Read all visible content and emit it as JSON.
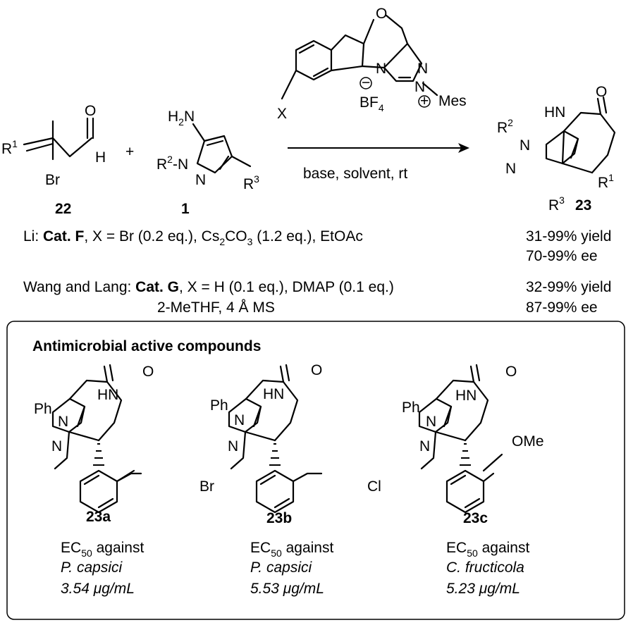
{
  "reaction": {
    "substrate_a": {
      "label": "22",
      "r": "R",
      "r_sup": "1",
      "br": "Br",
      "o": "O",
      "h": "H"
    },
    "plus": "+",
    "substrate_b": {
      "label": "1",
      "nh2": "H",
      "nh2_sub": "2",
      "nh2_n": "N",
      "r2": "R",
      "r2_sup": "2",
      "n1": "N",
      "n2": "N",
      "r3": "R",
      "r3_sup": "3"
    },
    "catalyst": {
      "o": "O",
      "n_ring": "N",
      "n_a": "N",
      "n_b": "N",
      "x": "X",
      "minus": "−",
      "bf": "BF",
      "bf_sub": "4",
      "plus": "+",
      "mes": "Mes"
    },
    "conditions": "base, solvent,  rt",
    "product": {
      "label": "23",
      "hn": "HN",
      "o": "O",
      "r2": "R",
      "r2_sup": "2",
      "n1": "N",
      "n2": "N",
      "r1": "R",
      "r1_sup": "1",
      "r3": "R",
      "r3_sup": "3"
    }
  },
  "conditions_rows": [
    {
      "name": "Li: ",
      "cat": "Cat. F",
      "rest_a": ", X = Br (0.2 eq.), Cs",
      "sub": "2",
      "rest_b": "CO",
      "sub2": "3",
      "rest_c": " (1.2 eq.), EtOAc",
      "yield": "31-99% yield",
      "ee": "70-99% ee"
    },
    {
      "name": "Wang and Lang: ",
      "cat": "Cat. G",
      "rest_a": ", X = H (0.1 eq.), DMAP (0.1 eq.)",
      "line2": "2-MeTHF, 4 Å MS",
      "yield": "32-99% yield",
      "ee": "87-99% ee"
    }
  ],
  "box": {
    "title": "Antimicrobial active compounds",
    "compounds": [
      {
        "label": "23a",
        "ph": "Ph",
        "hn": "HN",
        "o": "O",
        "n1": "N",
        "n2": "N",
        "sub": "Br",
        "ec": "EC",
        "ec_sub": "50",
        "ec_rest": " against",
        "organism": "P. capsici",
        "value": "3.54 ",
        "mu": "μ",
        "unit": "g/mL"
      },
      {
        "label": "23b",
        "ph": "Ph",
        "hn": "HN",
        "o": "O",
        "n1": "N",
        "n2": "N",
        "sub": "Cl",
        "ec": "EC",
        "ec_sub": "50",
        "ec_rest": " against",
        "organism": "P. capsici",
        "value": "5.53 ",
        "mu": "μ",
        "unit": "g/mL"
      },
      {
        "label": "23c",
        "ph": "Ph",
        "hn": "HN",
        "o": "O",
        "n1": "N",
        "n2": "N",
        "sub": "OMe",
        "ec": "EC",
        "ec_sub": "50",
        "ec_rest": " against",
        "organism": "C. fructicola",
        "value": "5.23 ",
        "mu": "μ",
        "unit": "g/mL"
      }
    ]
  }
}
